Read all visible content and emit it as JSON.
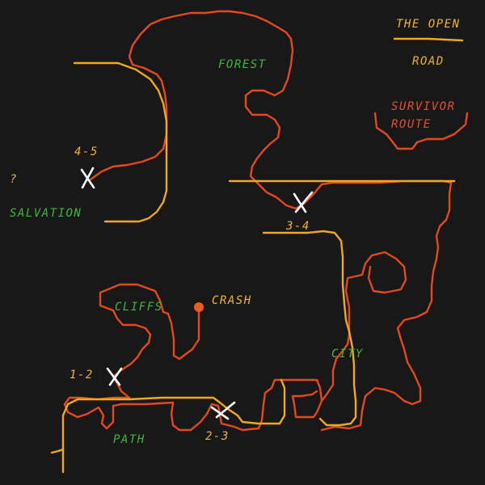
{
  "colors": {
    "background": "#181818",
    "open_road": "#f0a81e",
    "survivor_route": "#e4481e",
    "region_label": "#3db83a",
    "checkpoint_label": "#f0b428",
    "checkpoint_mark": "#ffffff",
    "crash_dot": "#f05a1e"
  },
  "legend": {
    "open_road_label_line1": "THE OPEN",
    "open_road_label_line2": "ROAD",
    "survivor_route_label_line1": "SURVIVOR",
    "survivor_route_label_line2": "ROUTE"
  },
  "regions": {
    "forest": "FOREST",
    "salvation": "SALVATION",
    "cliffs": "CLIFFS",
    "city": "CITY",
    "path": "PATH"
  },
  "unknown_marker": "?",
  "crash": {
    "label": "CRASH",
    "icon": "crash-dot"
  },
  "checkpoints": [
    {
      "id": "1-2",
      "label": "1-2",
      "icon": "x-mark"
    },
    {
      "id": "2-3",
      "label": "2-3",
      "icon": "x-mark"
    },
    {
      "id": "3-4",
      "label": "3-4",
      "icon": "x-mark"
    },
    {
      "id": "4-5",
      "label": "4-5",
      "icon": "x-mark"
    }
  ]
}
